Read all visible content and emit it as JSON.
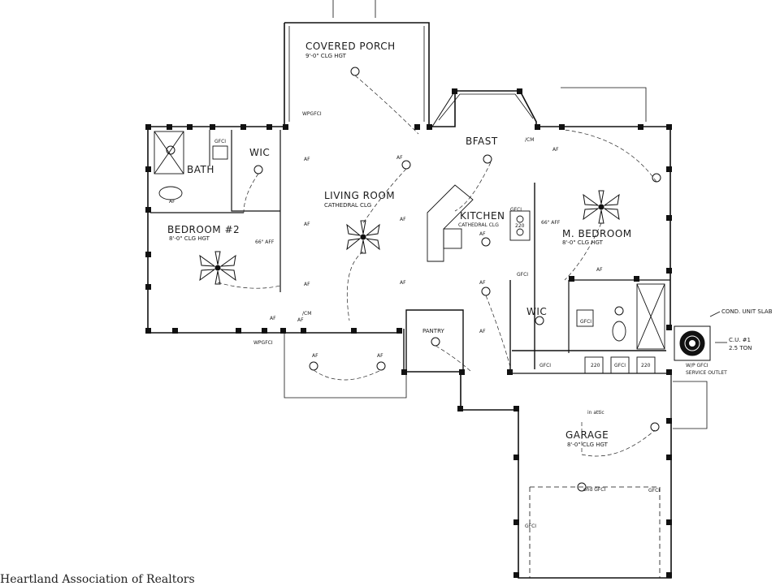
{
  "rooms": {
    "covered_porch": {
      "name": "COVERED PORCH",
      "ceiling": "9'-0\" CLG HGT"
    },
    "wic_left": {
      "name": "WIC"
    },
    "bath": {
      "name": "BATH"
    },
    "bedroom2": {
      "name": "BEDROOM #2",
      "ceiling": "8'-0\" CLG HGT"
    },
    "living_room": {
      "name": "LIVING ROOM",
      "ceiling": "CATHEDRAL CLG"
    },
    "bfast": {
      "name": "BFAST"
    },
    "kitchen": {
      "name": "KITCHEN",
      "ceiling": "CATHEDRAL CLG"
    },
    "m_bedroom": {
      "name": "M. BEDROOM",
      "ceiling": "8'-0\" CLG HGT"
    },
    "wic_right": {
      "name": "WIC"
    },
    "pantry": {
      "name": "PANTRY"
    },
    "garage": {
      "name": "GARAGE",
      "ceiling": "8'-0\" CLG HGT"
    }
  },
  "notes": {
    "cond_unit_slab": "COND. UNIT SLAB",
    "cu_line1": "C.U. #1",
    "cu_line2": "2.5 TON",
    "service_outlet_line1": "W/P GFCI",
    "service_outlet_line2": "SERVICE OUTLET",
    "in_attic": "in attic",
    "ohd_gfci": "ohd GFCI",
    "wpgfci_top": "WPGFCI",
    "wpgfci_bottom": "WPGFCI",
    "height_66_left": "66\" AFF",
    "height_66_right": "66\" AFF",
    "af": "AF",
    "gfci": "GFCI",
    "v220": "220",
    "cm": "/CM"
  },
  "footer": "Heartland Association of Realtors"
}
